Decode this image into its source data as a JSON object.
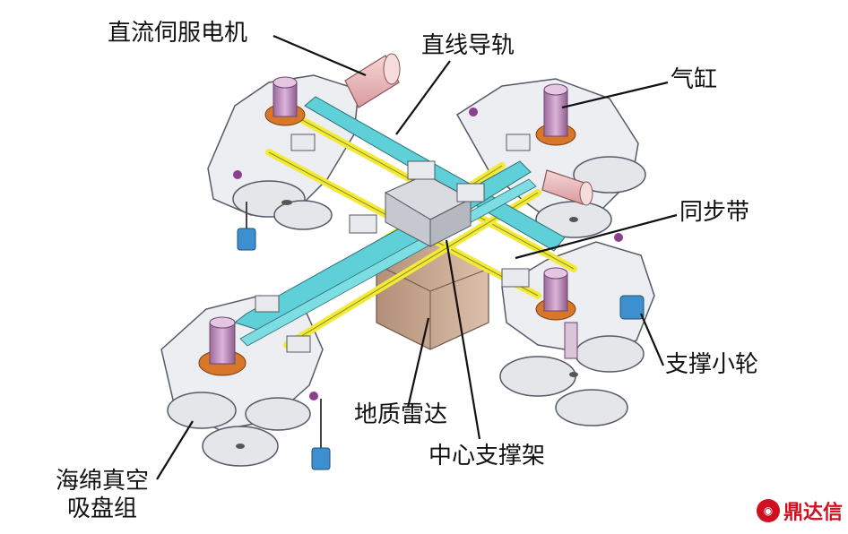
{
  "labels": {
    "dc_servo_motor": "直流伺服电机",
    "linear_guide": "直线导轨",
    "cylinder": "气缸",
    "sync_belt": "同步带",
    "support_wheel": "支撑小轮",
    "gpr": "地质雷达",
    "center_frame": "中心支撑架",
    "sponge_suction_line1": "海绵真空",
    "sponge_suction_line2": "吸盘组"
  },
  "watermark": {
    "text": "鼎达信"
  },
  "colors": {
    "plate": "#eceef2",
    "plate_edge": "#555a66",
    "rail_yellow": "#f2ea38",
    "beam_cyan": "#5fd0d8",
    "cylinder_purple": "#c79ac6",
    "cylinder_flange": "#d8772a",
    "motor_pink": "#f1c4c6",
    "wheel_blue": "#3e8fd0",
    "box_brown": "#c9a890",
    "suction": "#e4e6ea",
    "watermark_red": "#d01020"
  }
}
